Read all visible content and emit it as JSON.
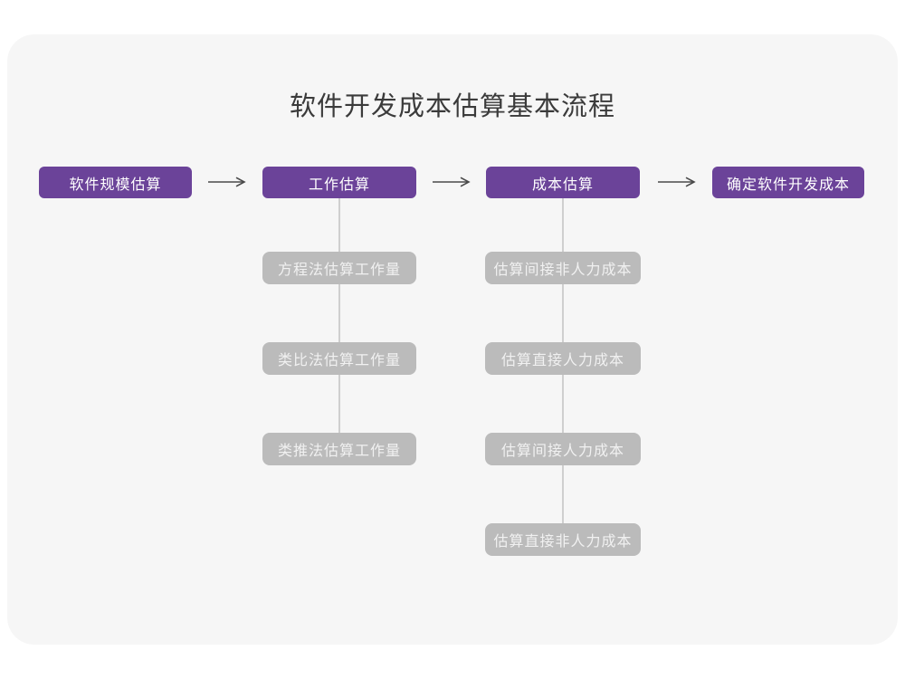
{
  "title": "软件开发成本估算基本流程",
  "colors": {
    "page_bg": "#ffffff",
    "card_bg": "#f6f6f6",
    "main_step_bg": "#6b4399",
    "main_step_text": "#ffffff",
    "sub_step_bg": "#bbbbbb",
    "sub_step_text": "#f1f1f1",
    "connector_line": "#cfcfcf",
    "arrow_stroke": "#4a4a4a",
    "title_text": "#3b3b3b"
  },
  "flow": {
    "main_steps": [
      {
        "label": "软件规模估算"
      },
      {
        "label": "工作估算"
      },
      {
        "label": "成本估算"
      },
      {
        "label": "确定软件开发成本"
      }
    ],
    "work_estimation_methods": [
      "方程法估算工作量",
      "类比法估算工作量",
      "类推法估算工作量"
    ],
    "cost_estimation_steps": [
      "估算间接非人力成本",
      "估算直接人力成本",
      "估算间接人力成本",
      "估算直接非人力成本"
    ]
  }
}
